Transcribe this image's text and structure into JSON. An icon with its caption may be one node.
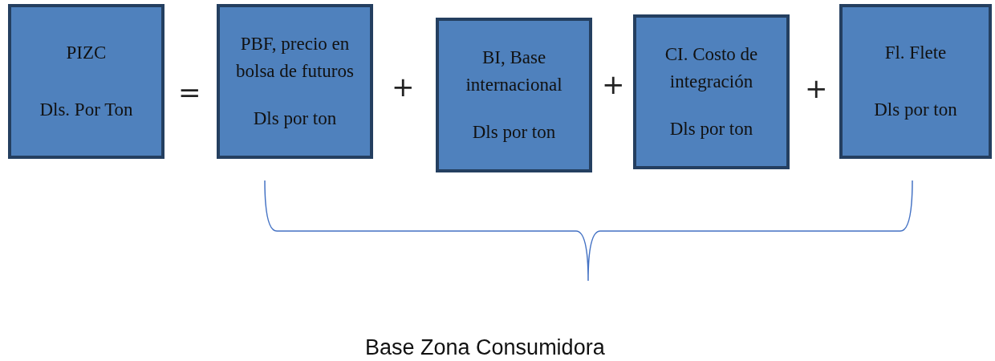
{
  "diagram": {
    "nodes": [
      {
        "text": [
          "PIZC",
          "Dls. Por Ton"
        ]
      },
      {
        "text": [
          "PBF, precio en bolsa de futuros",
          "Dls por ton"
        ]
      },
      {
        "text": [
          "BI, Base internacional",
          "Dls por ton"
        ]
      },
      {
        "text": [
          "CI. Costo de integración",
          "Dls por ton"
        ]
      },
      {
        "text": [
          "Fl. Flete",
          "Dls por ton"
        ]
      }
    ],
    "edges": [],
    "labels": [
      "=",
      "+",
      "+",
      "+",
      "Base Zona Consumidora"
    ]
  }
}
